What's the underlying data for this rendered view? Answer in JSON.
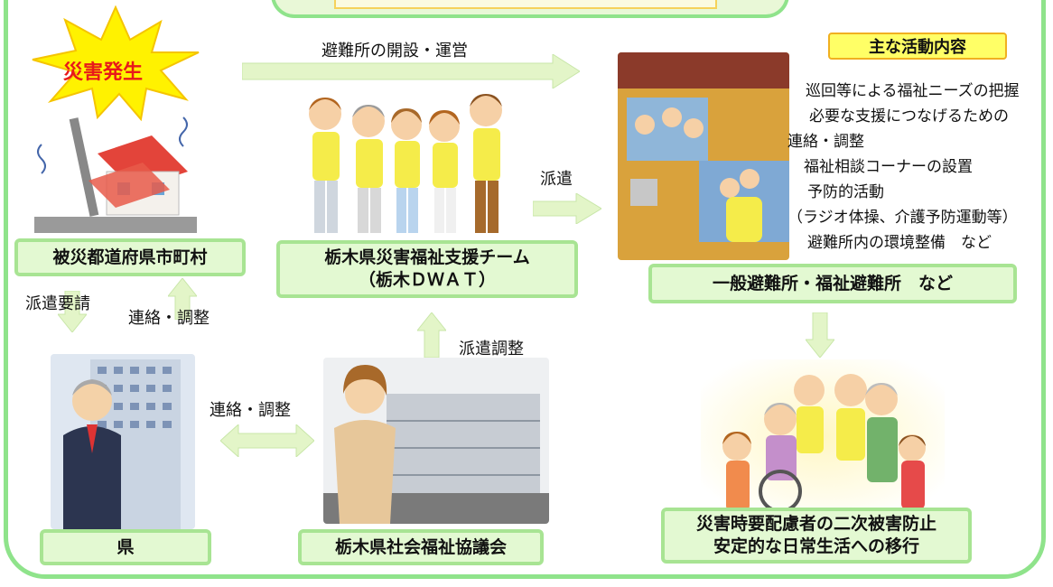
{
  "disaster": {
    "burst": "災害発生"
  },
  "labels": {
    "affected_municipality": "被災都道府県市町村",
    "prefecture": "県",
    "dwat_line1": "栃木県災害福祉支援チーム",
    "dwat_line2": "（栃木ＤＷＡＴ）",
    "council": "栃木県社会福祉協議会",
    "shelters": "一般避難所・福祉避難所　など",
    "outcome_line1": "災害時要配慮者の二次被害防止",
    "outcome_line2": "安定的な日常生活への移行"
  },
  "arrows": {
    "shelter_ops": "避難所の開設・運営",
    "dispatch": "派遣",
    "dispatch_request": "派遣要請",
    "liaison_left": "連絡・調整",
    "liaison_bottom": "連絡・調整",
    "dispatch_coord": "派遣調整"
  },
  "activities": {
    "title": "主な活動内容",
    "items": [
      "巡回等による福祉ニーズの把握",
      "必要な支援につなげるための",
      "連絡・調整",
      "福祉相談コーナーの設置",
      "予防的活動",
      "（ラジオ体操、介護予防運動等）",
      "避難所内の環境整備　など"
    ]
  },
  "colors": {
    "frame": "#8fe38b",
    "label_bg": "#e3f9d2",
    "arrow": "#e3f5c8",
    "burst": "#fff200",
    "burst_text": "#e8191a"
  }
}
